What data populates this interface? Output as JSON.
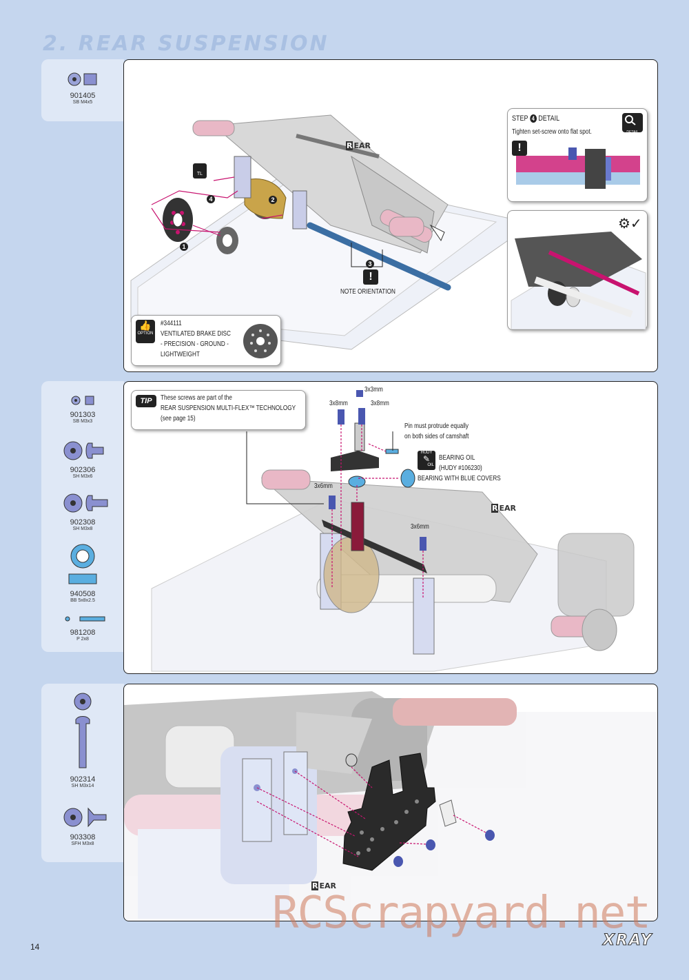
{
  "header": {
    "title": "2. REAR SUSPENSION"
  },
  "colors": {
    "background": "#c5d6ee",
    "accent_pink": "#c8136f",
    "part_blue": "#8a90d0",
    "axle_blue": "#3b6ea3"
  },
  "icons": [
    "option-thumb-icon",
    "tip-icon",
    "hudy-oil-icon",
    "detail-magnifier-icon",
    "gears-check-icon",
    "exclamation-icon",
    "tool-icon"
  ],
  "step1": {
    "parts": [
      {
        "number": "901405",
        "spec": "SB M4x5"
      }
    ],
    "rear_label": "EAR",
    "rear_letter": "R",
    "callouts": {
      "n1": "1",
      "n2": "2",
      "n3": "3",
      "n4": "4",
      "tool": "TL"
    },
    "note_orientation": "NOTE ORIENTATION",
    "detail": {
      "step": "STEP",
      "step_num": "4",
      "title": "DETAIL",
      "text": "Tighten set-screw onto flat spot.",
      "badge": "DETAIL"
    },
    "option": {
      "badge": "OPTION",
      "part": "#344111",
      "line1": "VENTILATED BRAKE DISC",
      "line2": "- PRECISION - GROUND -",
      "line3": "LIGHTWEIGHT"
    }
  },
  "step2": {
    "parts": [
      {
        "number": "901303",
        "spec": "SB M3x3"
      },
      {
        "number": "902306",
        "spec": "SH M3x6"
      },
      {
        "number": "902308",
        "spec": "SH M3x8"
      },
      {
        "number": "940508",
        "spec": "BB 5x8x2.5"
      },
      {
        "number": "981208",
        "spec": "P 2x8"
      }
    ],
    "tip": {
      "badge": "TIP",
      "line1": "These screws are part of the",
      "line2": "REAR SUSPENSION MULTI-FLEX™ TECHNOLOGY",
      "line3": "(see page 15)"
    },
    "labels": {
      "s3x3": "3x3mm",
      "s3x8a": "3x8mm",
      "s3x8b": "3x8mm",
      "s3x6a": "3x6mm",
      "s3x6b": "3x6mm",
      "pin1": "Pin must protrude equally",
      "pin2": "on both sides of camshaft",
      "oil1": "BEARING OIL",
      "oil2": "(HUDY #106230)",
      "oil3": "BEARING WITH BLUE COVERS",
      "hudy": "HUDY",
      "oil": "OIL"
    },
    "rear_label": "EAR",
    "rear_letter": "R"
  },
  "step3": {
    "parts": [
      {
        "number": "902314",
        "spec": "SH M3x14"
      },
      {
        "number": "903308",
        "spec": "SFH M3x8"
      }
    ],
    "rear_label": "EAR",
    "rear_letter": "R"
  },
  "footer": {
    "page": "14",
    "brand": "XRAY",
    "watermark": "RCScrapyard.net"
  }
}
